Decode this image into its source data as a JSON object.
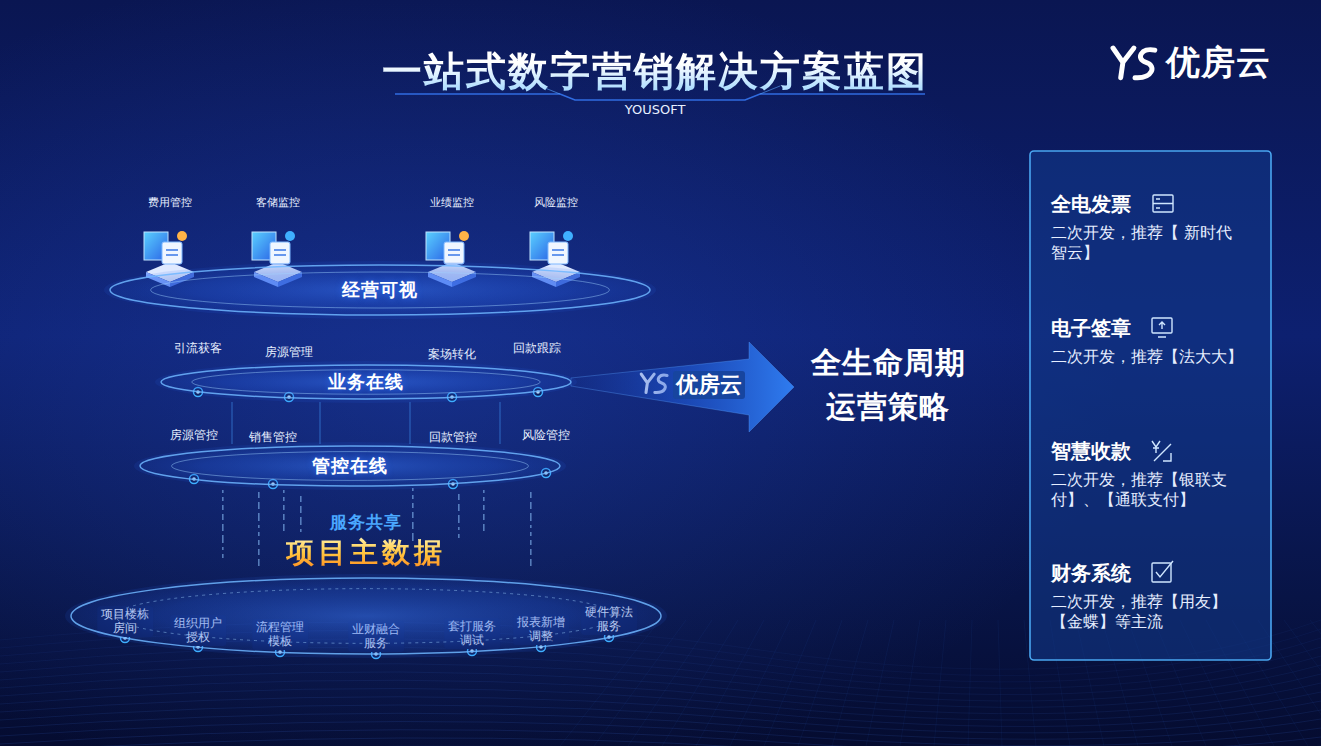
{
  "diagram": {
    "title": "一站式数字营销解决方案蓝图",
    "nodes": [
      {
        "text": [
          "经营可视"
        ]
      },
      {
        "text": [
          "业务在线"
        ]
      },
      {
        "text": [
          "管控在线"
        ]
      },
      {
        "text": [
          "服务共享",
          "项目主数据"
        ]
      },
      {
        "text": [
          "全生命周期 运营策略"
        ]
      },
      {
        "text": [
          "全电发票",
          "二次开发，推荐【 新时代智云】"
        ]
      },
      {
        "text": [
          "电子签章",
          "二次开发，推荐【法大大】"
        ]
      },
      {
        "text": [
          "智慧收款",
          "二次开发，推荐【银联支付】、【通联支付】"
        ]
      },
      {
        "text": [
          "财务系统",
          "二次开发，推荐【用友】【金蝶】等主流"
        ]
      }
    ],
    "edges": [
      {
        "from": 1,
        "to": 4,
        "arrow": "to",
        "label": "优房云"
      }
    ],
    "labels": [
      "YOUSOFT",
      "优房云",
      "费用管控",
      "客储监控",
      "业绩监控",
      "风险监控",
      "引流获客",
      "房源管理",
      "案场转化",
      "回款跟踪",
      "房源管控",
      "销售管控",
      "回款管控",
      "风险管控",
      "项目楼栋 房间",
      "组织用户 授权",
      "流程管理 模板",
      "业财融合 服务",
      "套打服务 调试",
      "报表新增 调整",
      "硬件算法 服务"
    ]
  }
}
